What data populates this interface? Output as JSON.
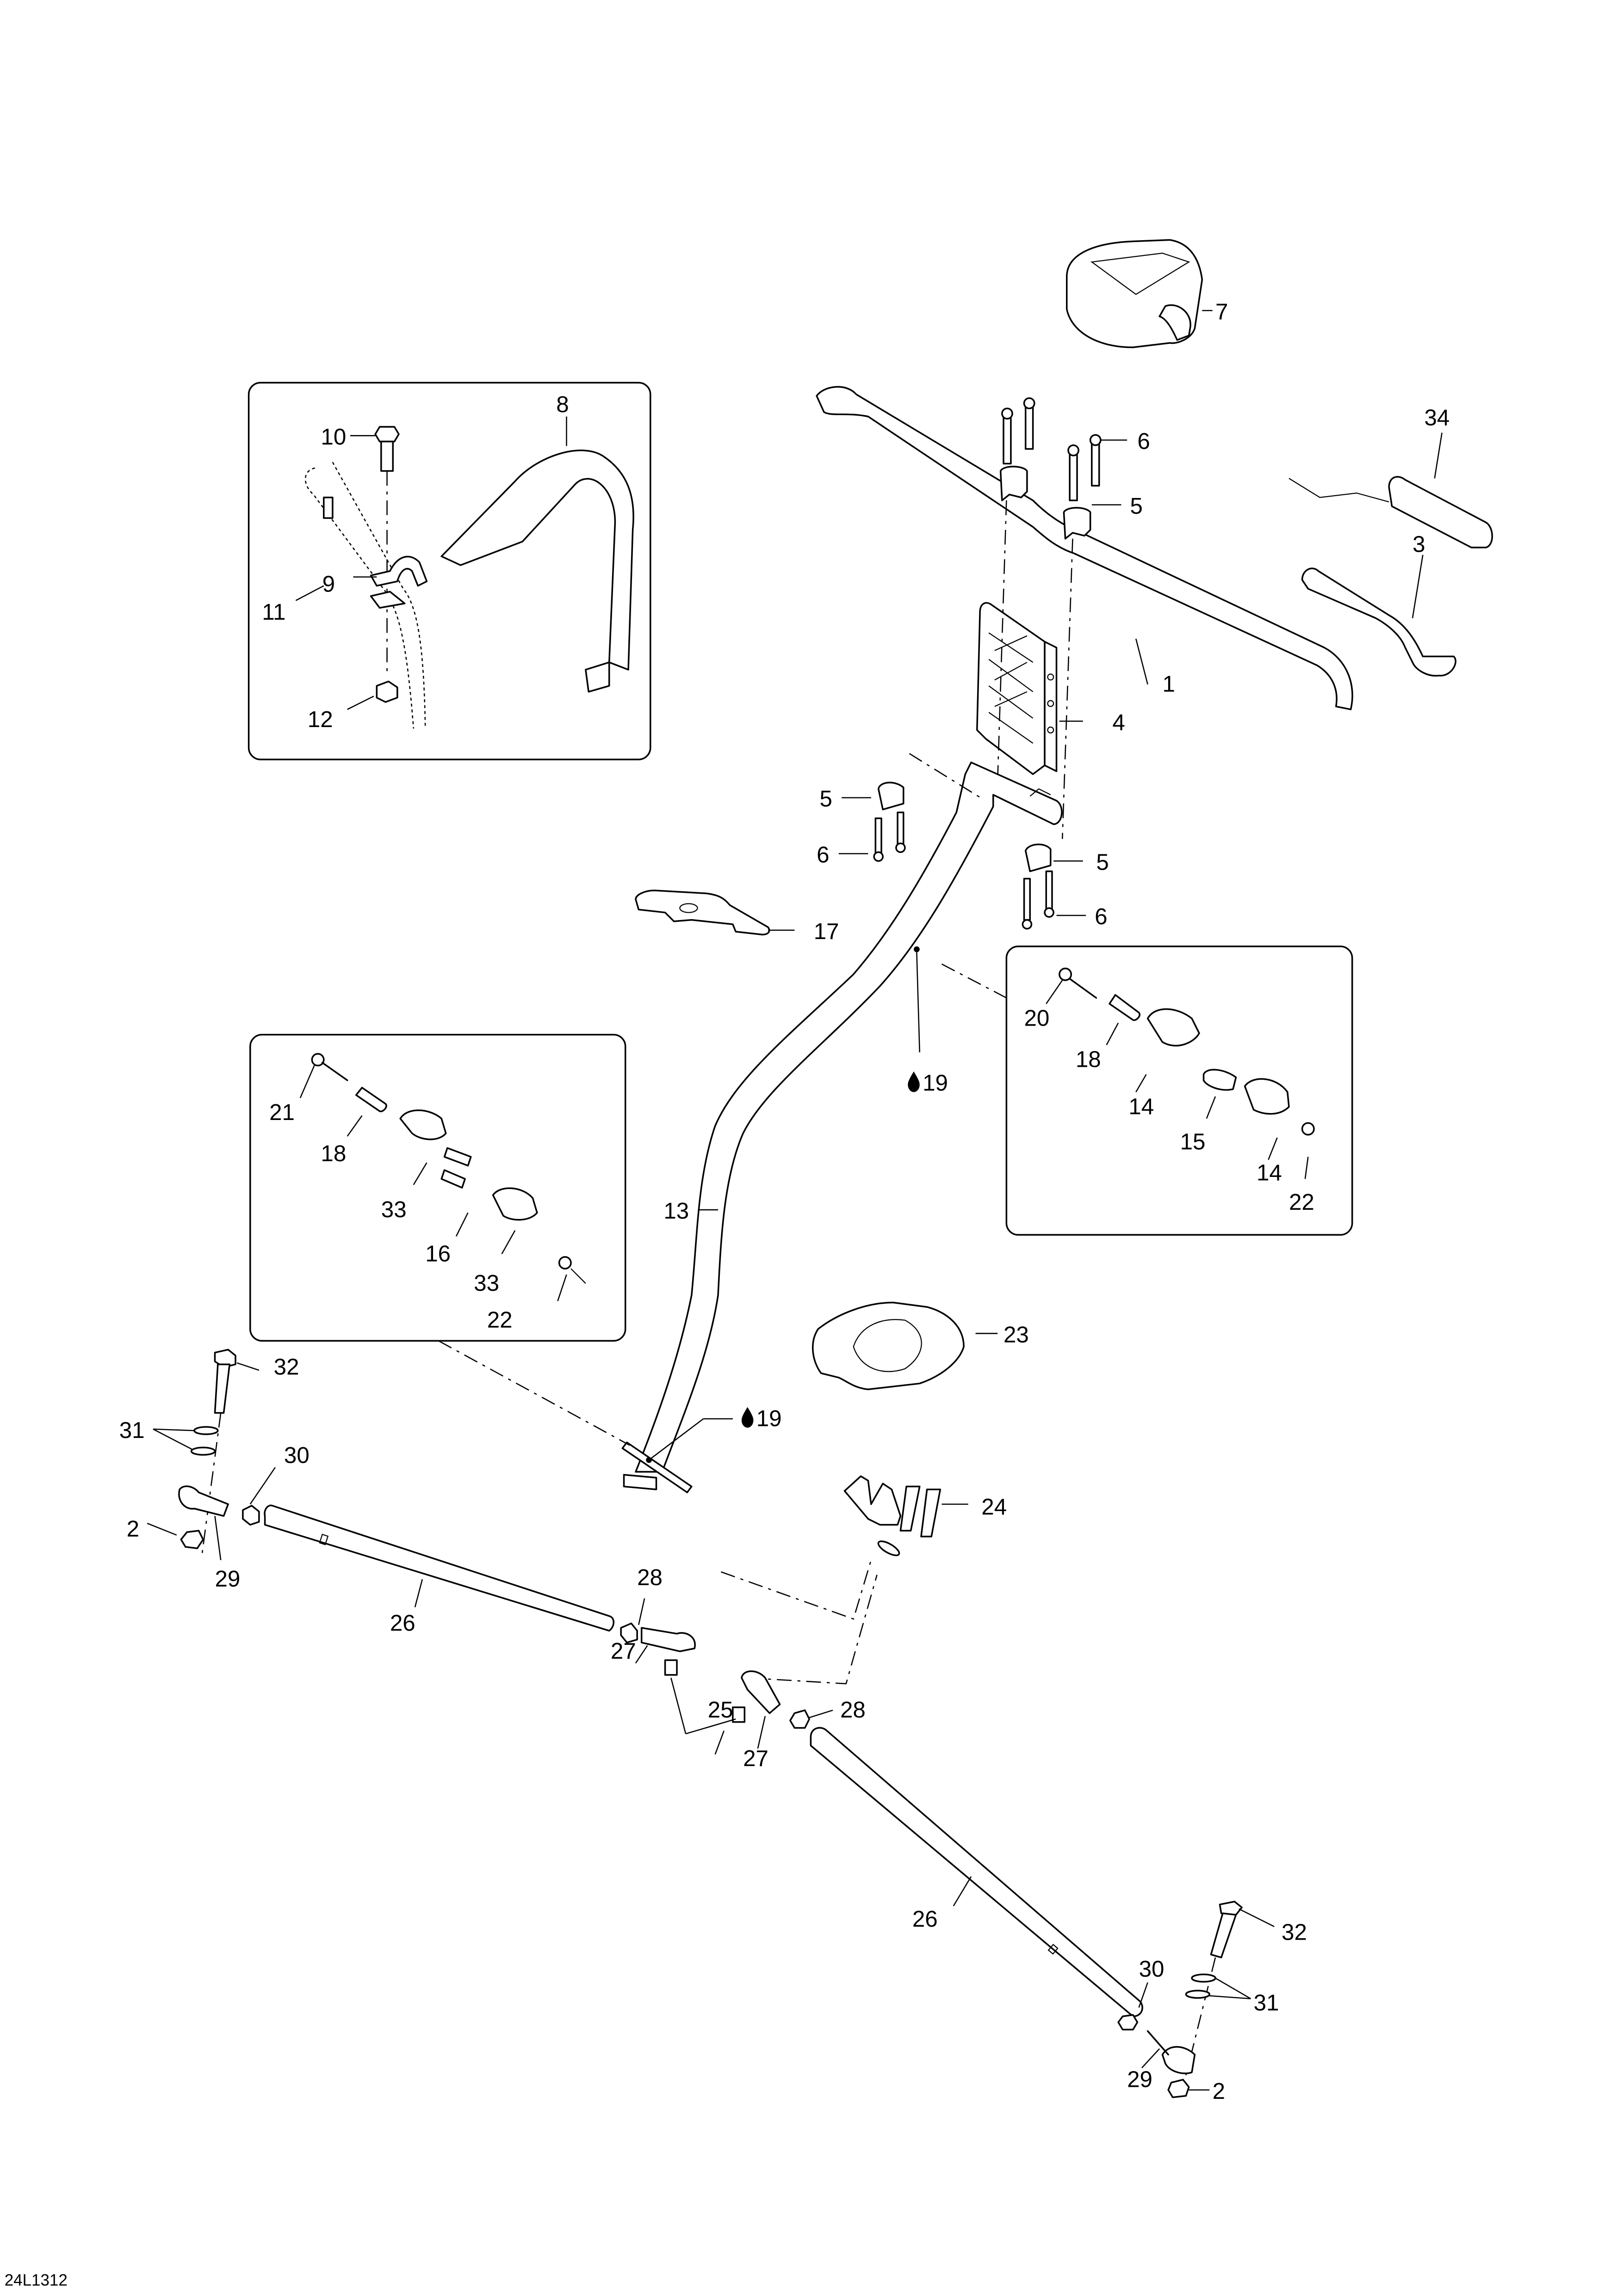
{
  "diagram": {
    "type": "exploded-parts-diagram",
    "subject": "Steering system - handlebar, steering column and tie rods",
    "drawing_code": "24L1312",
    "lubricant_symbol": "drop-icon",
    "lubricant_ref": "19"
  },
  "labels": {
    "p1": "1",
    "p2a": "2",
    "p2b": "2",
    "p3": "3",
    "p4": "4",
    "p5a": "5",
    "p5b": "5",
    "p5c": "5",
    "p6a": "6",
    "p6b": "6",
    "p6c": "6",
    "p7": "7",
    "p8": "8",
    "p9": "9",
    "p10": "10",
    "p11": "11",
    "p12": "12",
    "p13": "13",
    "p14a": "14",
    "p14b": "14",
    "p15": "15",
    "p16": "16",
    "p17": "17",
    "p18a": "18",
    "p18b": "18",
    "p19a": "19",
    "p19b": "19",
    "p20": "20",
    "p21": "21",
    "p22a": "22",
    "p22b": "22",
    "p23": "23",
    "p24": "24",
    "p25": "25",
    "p26a": "26",
    "p26b": "26",
    "p27a": "27",
    "p27b": "27",
    "p28a": "28",
    "p28b": "28",
    "p29a": "29",
    "p29b": "29",
    "p30a": "30",
    "p30b": "30",
    "p31a": "31",
    "p31b": "31",
    "p32a": "32",
    "p32b": "32",
    "p33a": "33",
    "p33b": "33",
    "p34": "34"
  },
  "insets": [
    {
      "name": "handlebar-pad-clamp-detail",
      "parts": [
        "8",
        "9",
        "10",
        "11",
        "12"
      ]
    },
    {
      "name": "column-bushing-detail-a",
      "parts": [
        "21",
        "18",
        "33",
        "16",
        "33",
        "22"
      ]
    },
    {
      "name": "column-bushing-detail-b",
      "parts": [
        "20",
        "18",
        "14",
        "15",
        "14",
        "22"
      ]
    }
  ],
  "colors": {
    "line": "#000000",
    "background": "#ffffff"
  }
}
